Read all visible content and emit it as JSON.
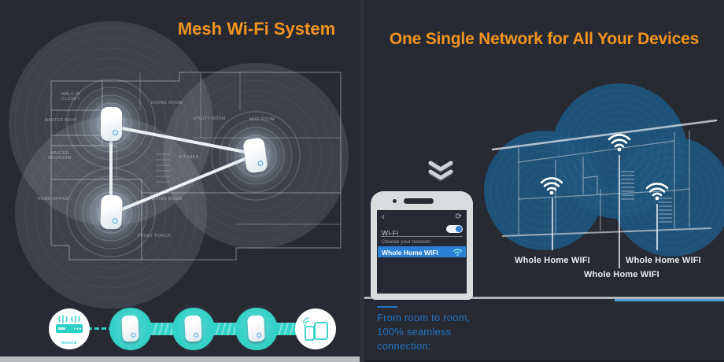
{
  "colors": {
    "background": "#282A33",
    "accent_orange": "#F0941F",
    "teal": "#31D2C7",
    "coverage_blue": "#1E567E",
    "highlight_blue": "#2B7FD4",
    "caption_blue": "#2273C4"
  },
  "left_panel": {
    "title": "Mesh Wi-Fi System",
    "rooms": [
      "WALK-IN CLOSET",
      "MASTER BATH",
      "MASTER BEDROOM",
      "DINING ROOM",
      "UTILITY ROOM",
      "MUD ROOM",
      "KITCHEN",
      "HOME OFFICE",
      "LIVING ROOM",
      "FRONT PORCH"
    ],
    "modem_label": "MODEM"
  },
  "right_panel": {
    "title": "One Single Network for All Your Devices",
    "wifi_labels": [
      "Whole Home WIFI",
      "Whole Home WIFI",
      "Whole Home WIFI"
    ],
    "phone": {
      "back_icon": "‹",
      "refresh_icon": "⟳",
      "wifi_setting_label": "Wi-Fi",
      "choose_network_label": "Choose your network:",
      "network_name": "Whole Home WIFI"
    },
    "caption_lines": [
      "From room to room,",
      "100% seamless",
      "connection:"
    ]
  }
}
